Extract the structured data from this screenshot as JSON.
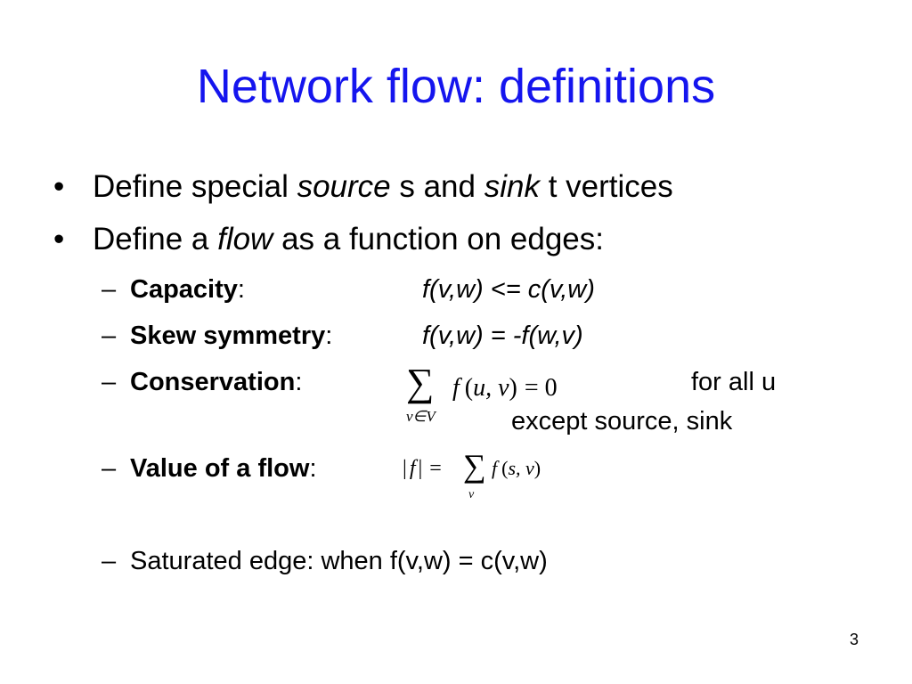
{
  "slide": {
    "title": "Network flow: definitions",
    "bullets": [
      {
        "marker": "•",
        "parts": [
          "Define special ",
          "source",
          " s and ",
          "sink",
          " t vertices"
        ]
      },
      {
        "marker": "•",
        "parts": [
          "Define a ",
          "flow",
          " as a function on edges:"
        ]
      }
    ],
    "sub_items": [
      {
        "dash": "–",
        "label": "Capacity",
        "colon": ":",
        "formula": "f(v,w) <= c(v,w)"
      },
      {
        "dash": "–",
        "label": "Skew symmetry",
        "colon": ":",
        "formula": "f(v,w) = -f(w,v)"
      },
      {
        "dash": "–",
        "label": "Conservation",
        "colon": ":",
        "math": {
          "sigma": "∑",
          "subscript": "v∈V",
          "expr_f": "f",
          "expr_open": "(",
          "expr_args": "u, v",
          "expr_close": ")",
          "expr_eq": "= 0"
        },
        "note_line1": "for all u",
        "note_line2": "except source, sink"
      },
      {
        "dash": "–",
        "label": "Value of a flow",
        "colon": ":",
        "math": {
          "abs_open": "|",
          "abs_f": "f",
          "abs_close": "|",
          "eq": "=",
          "sigma": "∑",
          "subscript": "v",
          "expr_f": "f",
          "expr_open": "(",
          "expr_args": "s, v",
          "expr_close": ")"
        }
      },
      {
        "dash": "–",
        "text": "Saturated edge: when f(v,w) = c(v,w)"
      }
    ],
    "page_number": "3",
    "colors": {
      "title": "#1515ee",
      "text": "#000000",
      "background": "#ffffff"
    }
  }
}
